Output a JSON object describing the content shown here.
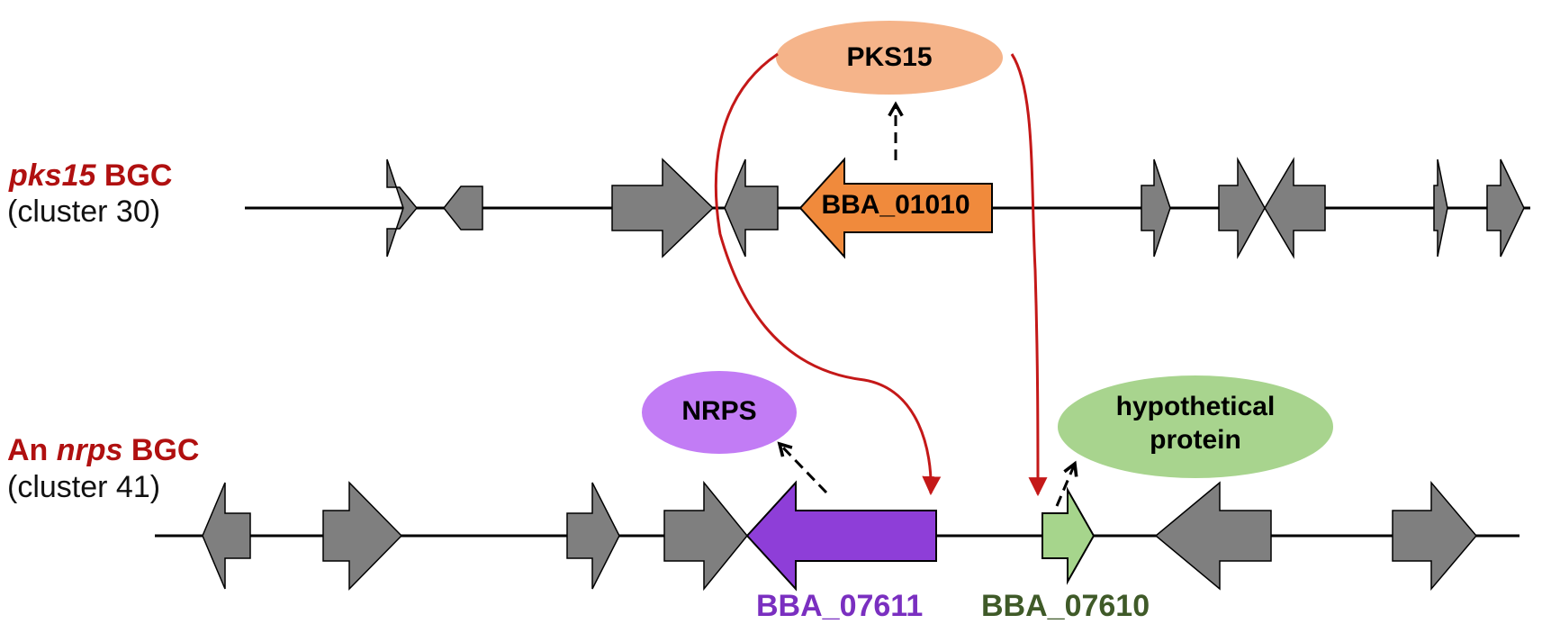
{
  "tracks": {
    "top": {
      "title_italic": "pks15",
      "title_rest": " BGC",
      "subtitle": "(cluster 30)"
    },
    "bottom": {
      "title_prefix": "An ",
      "title_italic": "nrps",
      "title_rest": " BGC",
      "subtitle": "(cluster 41)"
    }
  },
  "genes": {
    "bba_01010": {
      "label": "BBA_01010",
      "color": "#f08a3c"
    },
    "bba_07611": {
      "label": "BBA_07611",
      "color": "#8e3ed8",
      "label_color": "#7a2fc0"
    },
    "bba_07610": {
      "label": "BBA_07610",
      "color": "#a6d58c",
      "label_color": "#3f5a28"
    }
  },
  "proteins": {
    "pks15": {
      "label": "PKS15",
      "color": "#f5b48a"
    },
    "nrps": {
      "label": "NRPS",
      "color": "#c27cf5"
    },
    "hypothetical_line1": "hypothetical",
    "hypothetical_line2": "protein",
    "hypothetical_color": "#a8d48e"
  },
  "colors": {
    "gene_gray": "#7f7f7f",
    "link_red": "#c41818",
    "backbone": "#000000"
  }
}
